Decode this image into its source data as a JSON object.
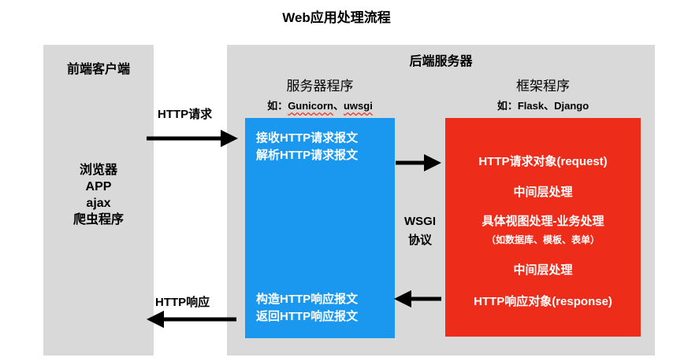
{
  "title": "Web应用处理流程",
  "client": {
    "title": "前端客户端",
    "items": [
      "浏览器",
      "APP",
      "ajax",
      "爬虫程序"
    ]
  },
  "server": {
    "title": "后端服务器",
    "server_program": {
      "title": "服务器程序",
      "example_prefix": "如：",
      "example_a": "Gunicorn",
      "example_sep": "、",
      "example_b": "uwsgi",
      "receive": [
        "接收HTTP请求报文",
        "解析HTTP请求报文"
      ],
      "respond": [
        "构造HTTP响应报文",
        "返回HTTP响应报文"
      ]
    },
    "framework": {
      "title": "框架程序",
      "example": "如：Flask、Django",
      "steps": {
        "request_obj": "HTTP请求对象(request)",
        "middleware_in": "中间层处理",
        "view": "具体视图处理-业务处理",
        "view_detail": "（如数据库、模板、表单）",
        "middleware_out": "中间层处理",
        "response_obj": "HTTP响应对象(response)"
      }
    },
    "protocol": [
      "WSGI",
      "协议"
    ]
  },
  "arrows": {
    "request_label": "HTTP请求",
    "response_label": "HTTP响应"
  },
  "colors": {
    "panel": "#d9d9d9",
    "server_box": "#1a98f0",
    "framework_box": "#ee2c1a",
    "text_on_box": "#ffffff"
  }
}
